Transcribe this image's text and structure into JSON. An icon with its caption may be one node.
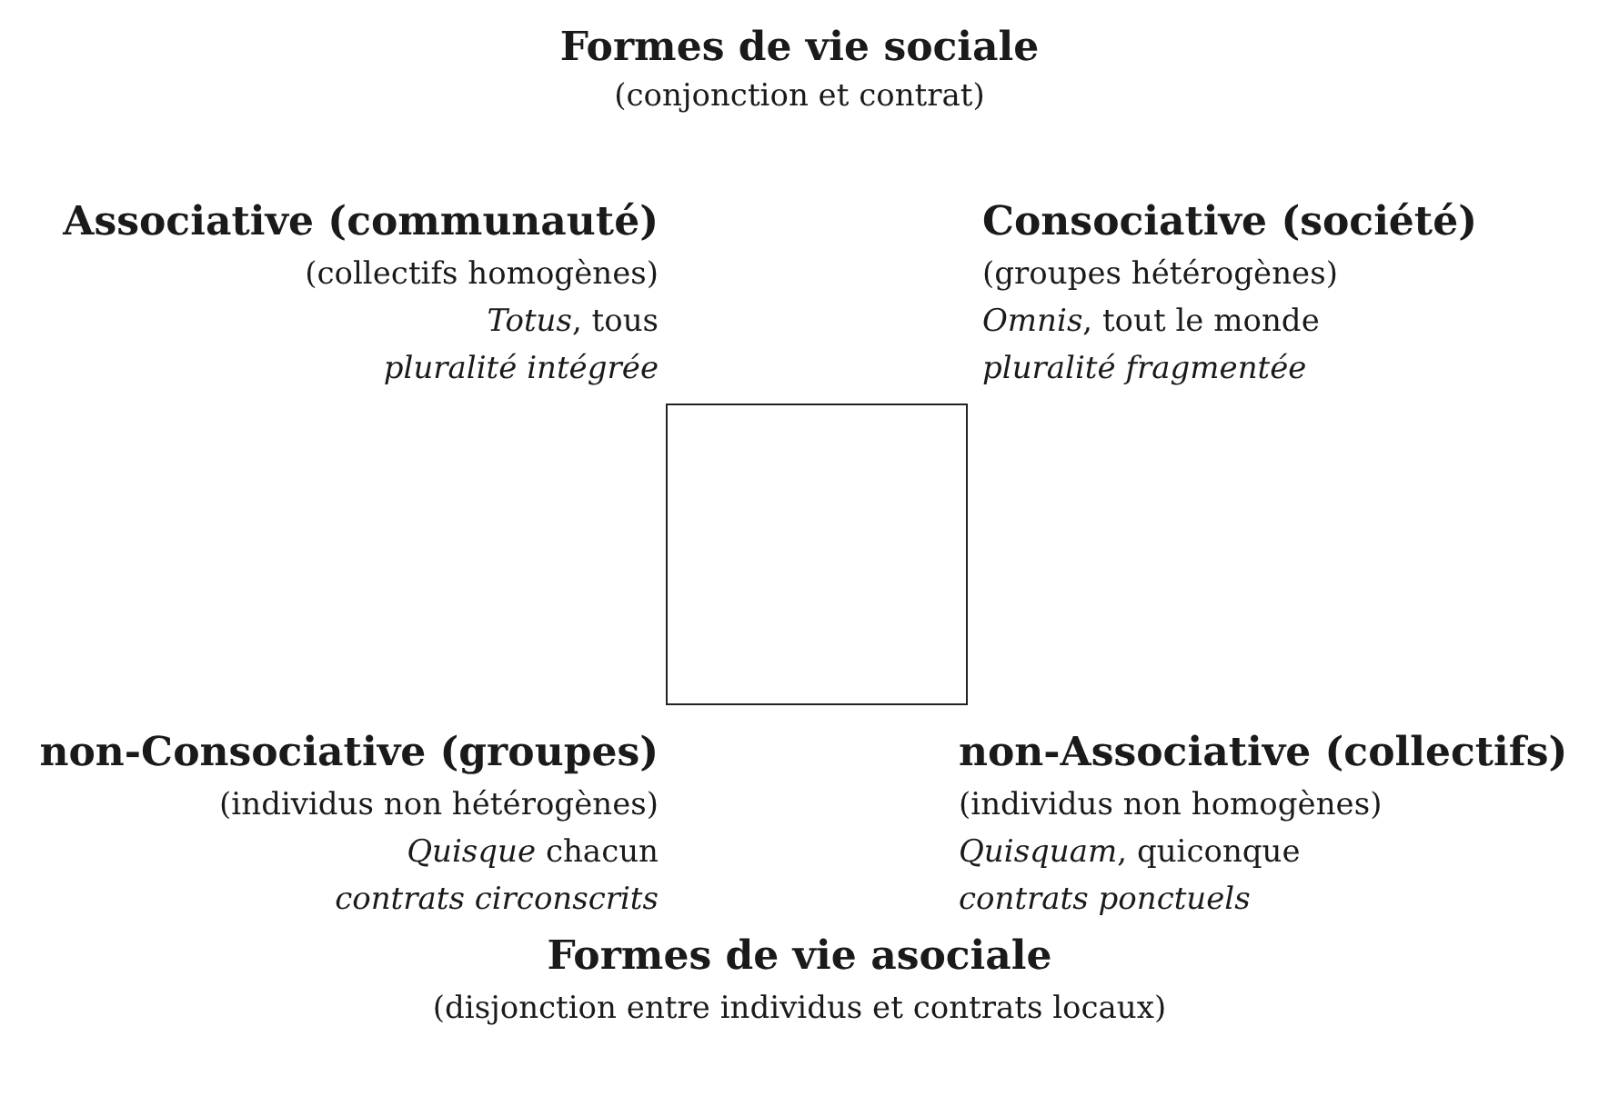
{
  "diagram": {
    "nodes": [
      {
        "text": [],
        "shape": "box"
      }
    ],
    "labels": [
      "Formes de vie sociale",
      "(conjonction et contrat)",
      "Associative (communauté)",
      "(collectifs homogènes)",
      "*Totus*, tous",
      "pluralité intégrée",
      "Consociative (société)",
      "(groupes hétérogènes)",
      "*Omnis*, tout le monde",
      "pluralité fragmentée",
      "non-Consociative (groupes)",
      "(individus non hétérogènes)",
      "*Quisque* chacun",
      "contrats circonscrits",
      "non-Associative (collectifs)",
      "(individus non homogènes)",
      "*Quisquam*, quiconque",
      "contrats ponctuels",
      "Formes de vie asociale",
      "(disjonction entre individus et contrats locaux)"
    ]
  }
}
